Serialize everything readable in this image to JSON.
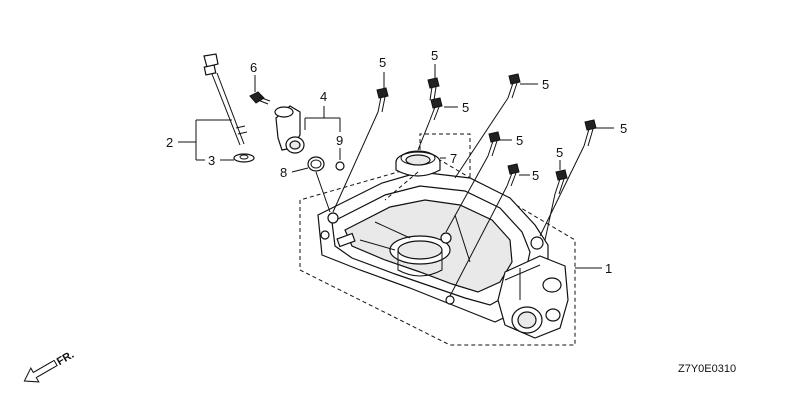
{
  "callouts": {
    "c1": "1",
    "c2": "2",
    "c3": "3",
    "c4": "4",
    "c5a": "5",
    "c5b": "5",
    "c5c": "5",
    "c5d": "5",
    "c5e": "5",
    "c5f": "5",
    "c5g": "5",
    "c5h": "5",
    "c6": "6",
    "c7": "7",
    "c8": "8",
    "c9": "9"
  },
  "direction_label": "FR.",
  "diagram_code": "Z7Y0E0310"
}
